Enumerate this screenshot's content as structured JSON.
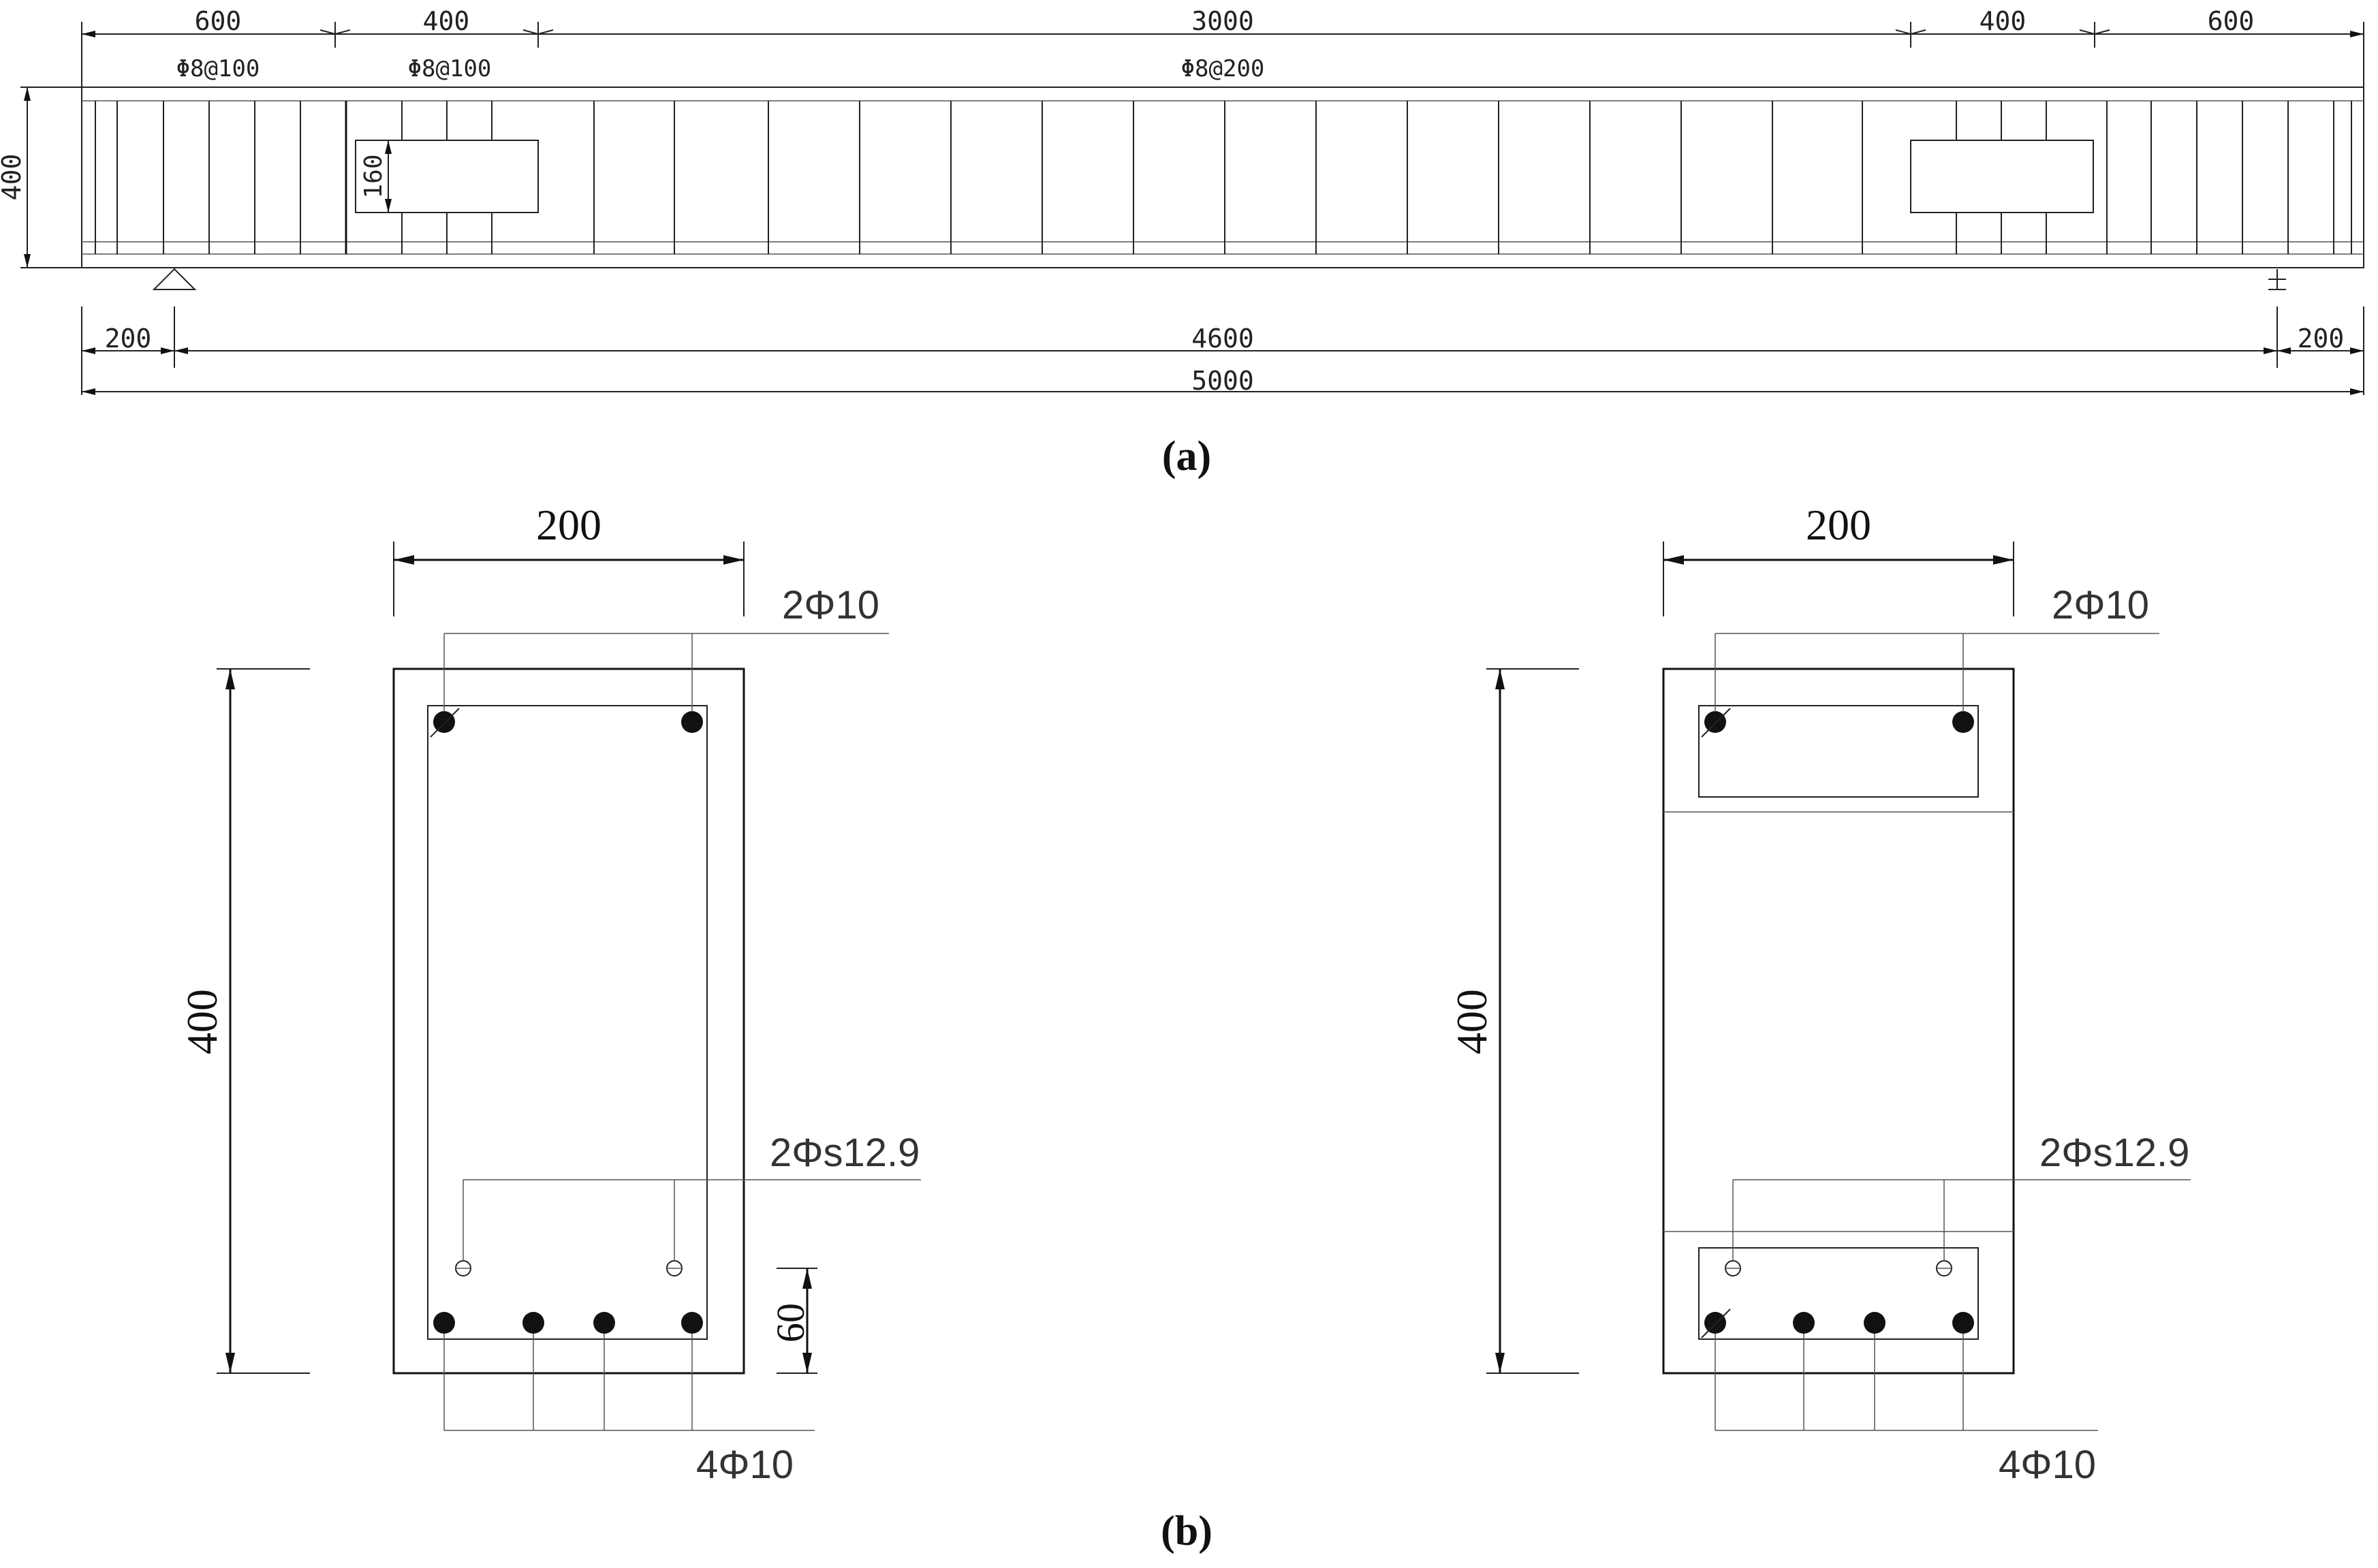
{
  "elevation": {
    "top_dims": [
      "600",
      "400",
      "3000",
      "400",
      "600"
    ],
    "stirrup_labels": [
      "Φ8@100",
      "Φ8@100",
      "Φ8@200"
    ],
    "height_dim": "400",
    "opening_height_dim": "160",
    "bottom_dims": [
      "200",
      "4600",
      "200"
    ],
    "total_dim": "5000"
  },
  "captions": {
    "a": "(a)",
    "b": "(b)"
  },
  "section_left": {
    "width_dim": "200",
    "height_dim": "400",
    "top_bars": "2Φ10",
    "strands": "2Φs12.9",
    "bottom_bars": "4Φ10",
    "cover_dim": "60"
  },
  "section_right": {
    "width_dim": "200",
    "height_dim": "400",
    "top_bars": "2Φ10",
    "strands": "2Φs12.9",
    "bottom_bars": "4Φ10"
  }
}
